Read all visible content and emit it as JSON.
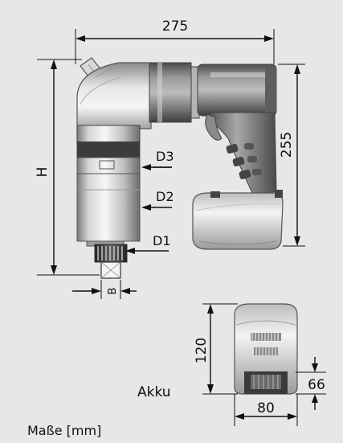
{
  "dimensions": {
    "width_label": "275",
    "height_label": "255",
    "h_label": "H",
    "d1_label": "D1",
    "d2_label": "D2",
    "d3_label": "D3",
    "b_label": "B"
  },
  "battery": {
    "caption": "Akku",
    "height_label": "120",
    "width_label": "80",
    "depth_label": "66"
  },
  "footer": {
    "units_label": "Maße [mm]"
  }
}
